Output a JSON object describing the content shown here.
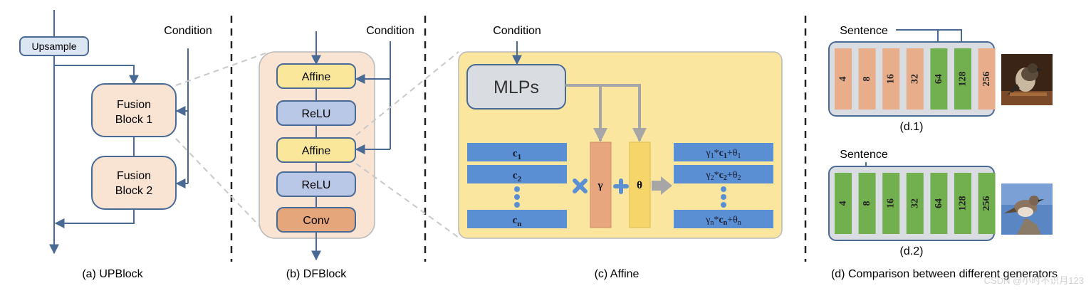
{
  "panel_a": {
    "upsample": "Upsample",
    "condition": "Condition",
    "fusion1_line1": "Fusion",
    "fusion1_line2": "Block 1",
    "fusion2_line1": "Fusion",
    "fusion2_line2": "Block 2",
    "caption": "(a) UPBlock"
  },
  "panel_b": {
    "condition": "Condition",
    "blocks": [
      "Affine",
      "ReLU",
      "Affine",
      "ReLU",
      "Conv"
    ],
    "caption": "(b) DFBlock"
  },
  "panel_c": {
    "condition": "Condition",
    "mlps": "MLPs",
    "c_rows": [
      "c1",
      "c2",
      "cn"
    ],
    "gamma": "γ",
    "theta": "θ",
    "out_rows": [
      "γ1*c1+θ1",
      "γ2*c2+θ2",
      "γn*cn+θn"
    ],
    "caption": "(c) Affine"
  },
  "panel_d": {
    "sentence_1": "Sentence",
    "sentence_2": "Sentence",
    "d1_blocks": [
      "4",
      "8",
      "16",
      "32",
      "64",
      "128",
      "256"
    ],
    "d1_green": [
      false,
      false,
      false,
      false,
      true,
      true,
      false
    ],
    "d2_blocks": [
      "4",
      "8",
      "16",
      "32",
      "64",
      "128",
      "256"
    ],
    "label_d1": "(d.1)",
    "label_d2": "(d.2)",
    "dots": "• • •",
    "caption": "(d) Comparison between different generators"
  },
  "watermark": "CSDN @小时不识月123",
  "colors": {
    "line": "#4a6a96",
    "peach": "#f9e3d2",
    "affine": "#fbe79a",
    "relu": "#b9c8e6",
    "conv": "#e6a67c",
    "yellow_panel": "#fbe6a0",
    "bar_blue": "#5a8fd4",
    "gamma": "#e8a67e",
    "theta": "#f6d56a",
    "gray_box": "#d9dce1",
    "orange_block": "#e8ad8a",
    "green_block": "#72b04f"
  }
}
